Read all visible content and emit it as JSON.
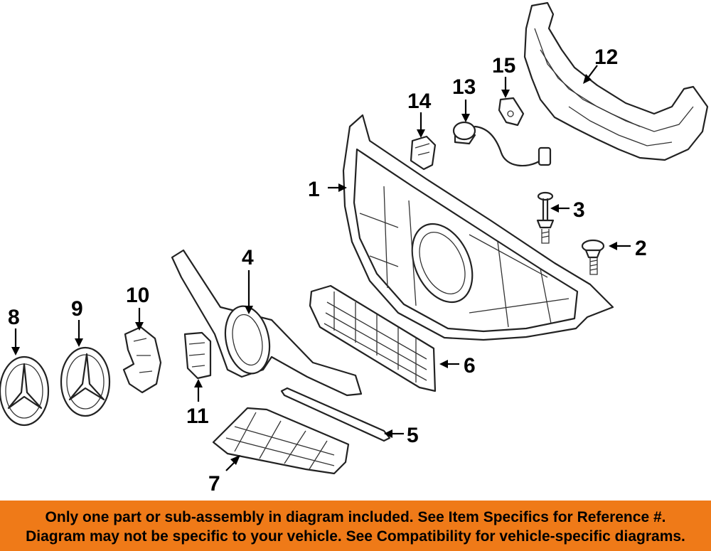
{
  "diagram": {
    "callouts": [
      "1",
      "2",
      "3",
      "4",
      "5",
      "6",
      "7",
      "8",
      "9",
      "10",
      "11",
      "12",
      "13",
      "14",
      "15"
    ]
  },
  "footer": {
    "line1": "Only one part or sub-assembly in diagram included. See Item Specifics for Reference #.",
    "line2": "Diagram may not be specific to your vehicle. See Compatibility for vehicle-specific diagrams."
  },
  "colors": {
    "footer_background": "#ef7a18",
    "line_art": "#222222"
  }
}
